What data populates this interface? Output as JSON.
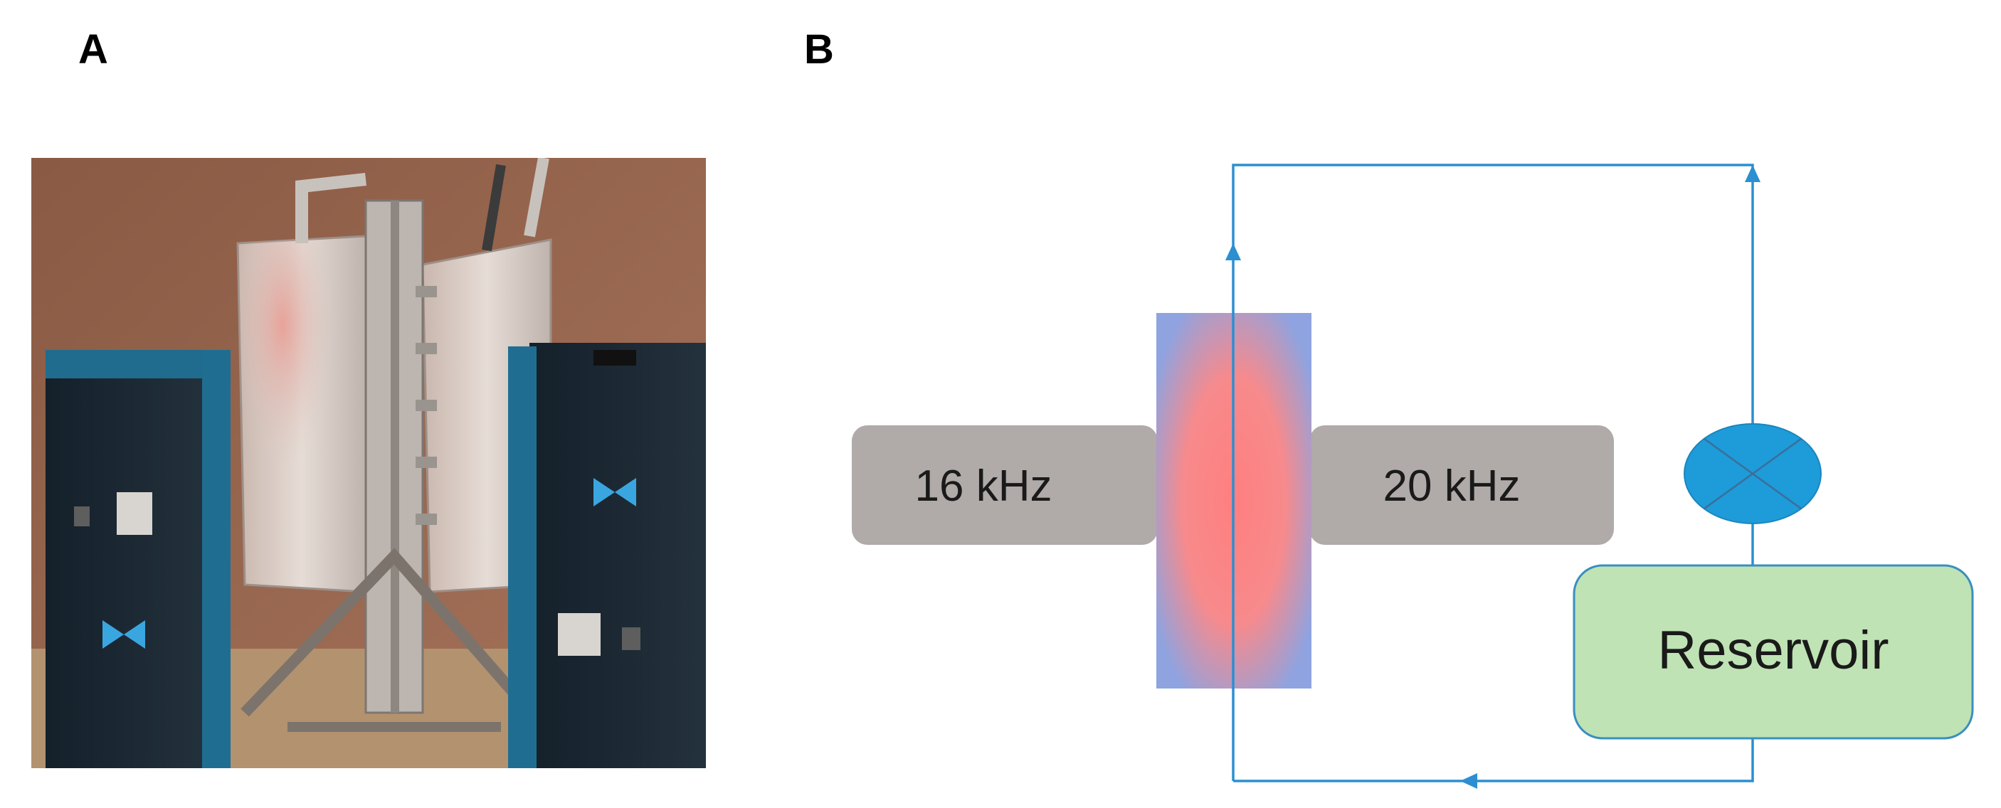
{
  "panels": {
    "a_label": "A",
    "b_label": "B"
  },
  "diagram": {
    "left_transducer": "16 kHz",
    "right_transducer": "20 kHz",
    "reservoir": "Reservoir",
    "pump": "pump-icon"
  },
  "colors": {
    "flow_line": "#2b8fd1",
    "transducer_box": "#b0aaa9",
    "reservoir_fill": "#bfe3b4",
    "reservoir_stroke": "#3a8fc0",
    "pump_fill": "#1e9bd9",
    "chamber_center": "#ff7f7f",
    "chamber_edge": "#8fa3e0"
  }
}
